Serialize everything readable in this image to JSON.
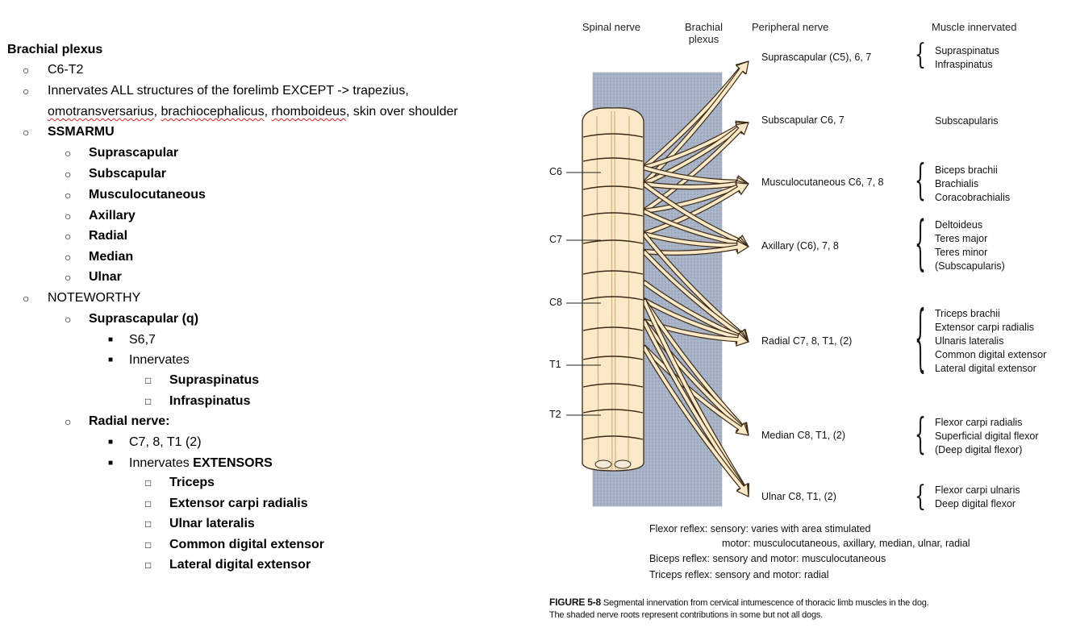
{
  "notes": {
    "title": "Brachial plexus",
    "range": "C6-T2",
    "innervates_prefix": "Innervates ALL structures of the forelimb EXCEPT -> trapezius,",
    "innervates_omo": "omotransversarius",
    "innervates_brachio": "brachiocephalicus",
    "innervates_rhomb": "rhomboideus",
    "innervates_tail": ", skin over shoulder",
    "mnemonic": "SSMARMU",
    "nerves": [
      "Suprascapular",
      "Subscapular",
      "Musculocutaneous",
      "Axillary",
      "Radial",
      "Median",
      "Ulnar"
    ],
    "noteworthy": "NOTEWORTHY",
    "suprascapular_q": "Suprascapular (q)",
    "supra_segments": "S6,7",
    "innervates": "Innervates",
    "supra_muscles": [
      "Supraspinatus",
      "Infraspinatus"
    ],
    "radial_label": "Radial nerve:",
    "radial_segments": "C7, 8, T1 (2)",
    "radial_innervates_prefix": "Innervates ",
    "radial_innervates_bold": "EXTENSORS",
    "radial_muscles": [
      "Triceps",
      "Extensor carpi radialis",
      "Ulnar lateralis",
      "Common digital extensor",
      "Lateral digital extensor"
    ]
  },
  "figure": {
    "headers": {
      "spinal": "Spinal nerve",
      "plexus_1": "Brachial",
      "plexus_2": "plexus",
      "peripheral": "Peripheral nerve",
      "muscle": "Muscle innervated"
    },
    "segments": [
      "C6",
      "C7",
      "C8",
      "T1",
      "T2"
    ],
    "peripheral_nerves": [
      "Suprascapular (C5), 6, 7",
      "Subscapular C6, 7",
      "Musculocutaneous C6, 7, 8",
      "Axillary (C6), 7, 8",
      "Radial C7, 8, T1, (2)",
      "Median C8, T1, (2)",
      "Ulnar C8, T1, (2)"
    ],
    "muscles": [
      [
        "Supraspinatus",
        "Infraspinatus"
      ],
      [
        "Subscapularis"
      ],
      [
        "Biceps brachii",
        "Brachialis",
        "Coracobrachialis"
      ],
      [
        "Deltoideus",
        "Teres major",
        "Teres minor",
        "(Subscapularis)"
      ],
      [
        "Triceps brachii",
        "Extensor carpi radialis",
        "Ulnaris lateralis",
        "Common digital extensor",
        "Lateral digital extensor"
      ],
      [
        "Flexor carpi radialis",
        "Superficial digital flexor",
        "(Deep digital flexor)"
      ],
      [
        "Flexor carpi ulnaris",
        "Deep digital flexor"
      ]
    ],
    "reflexes": {
      "flexor_1": "Flexor reflex: sensory: varies with area stimulated",
      "flexor_2": "motor:  musculocutaneous, axillary, median, ulnar, radial",
      "biceps": "Biceps reflex: sensory and motor: musculocutaneous",
      "triceps": "Triceps reflex: sensory and motor: radial"
    },
    "caption_label": "FIGURE 5-8",
    "caption_1": " Segmental innervation from cervical intumescence of thoracic limb muscles in the dog.",
    "caption_2": "The shaded nerve roots represent contributions in some but not all dogs.",
    "colors": {
      "shade": "#a7b1c5",
      "cord": "#fbe9c8",
      "arrow": "#fbe9c8",
      "outline": "#3a2a15"
    }
  }
}
